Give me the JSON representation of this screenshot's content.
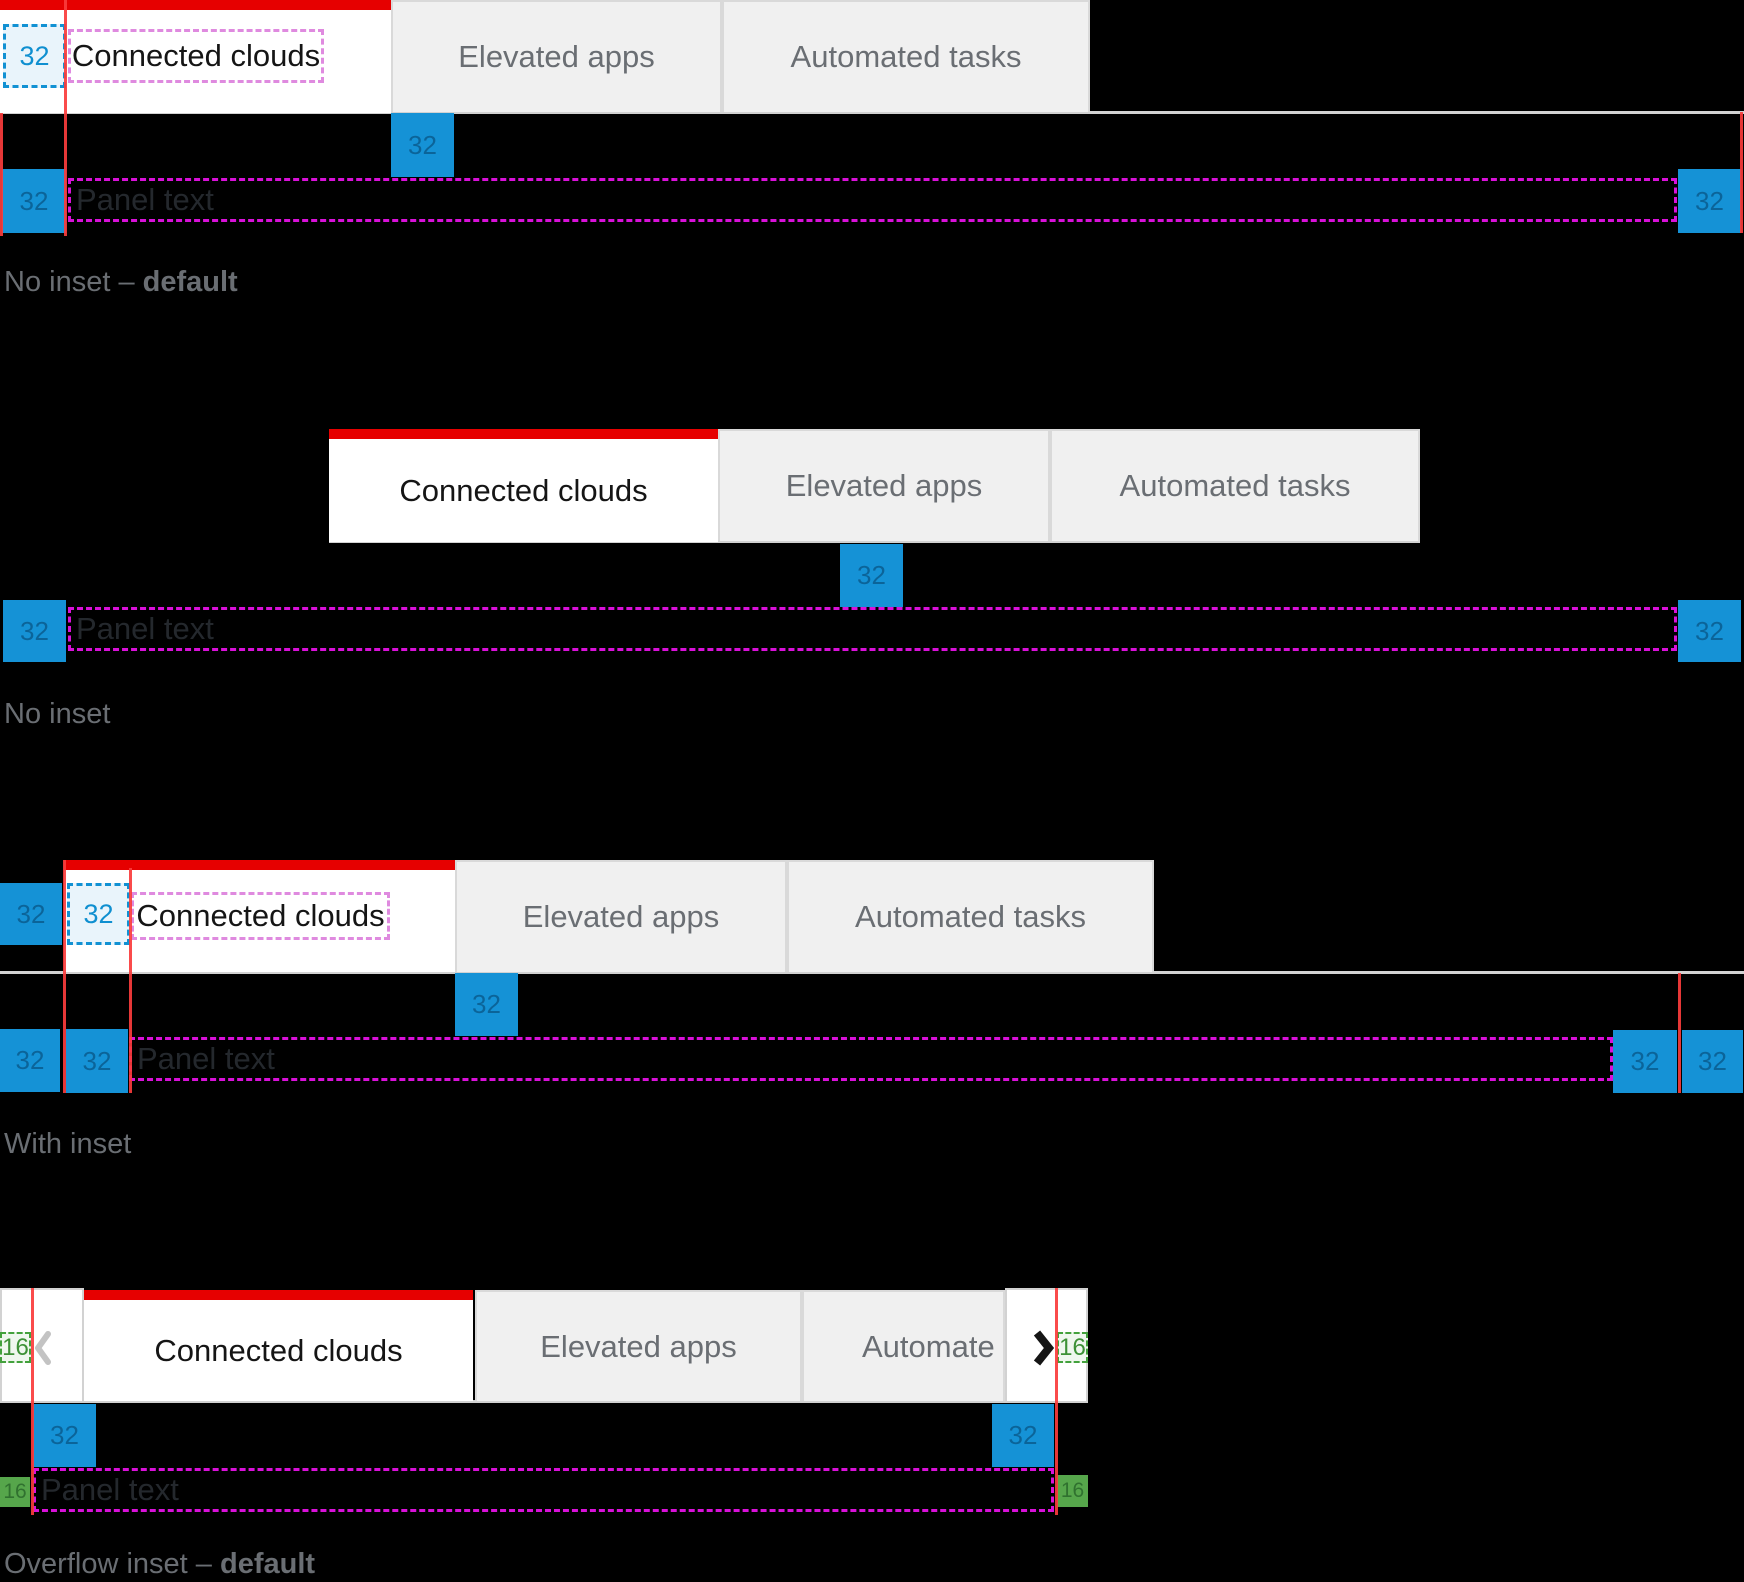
{
  "tabs": {
    "connected_clouds": "Connected clouds",
    "elevated_apps": "Elevated apps",
    "automated_tasks": "Automated tasks",
    "automated_truncated": "Automate"
  },
  "panel": {
    "text": "Panel text"
  },
  "annotations": {
    "spacer_32": "32",
    "spacer_16": "16"
  },
  "section_labels": {
    "s1_prefix": "No inset – ",
    "s1_bold": "default",
    "s2": "No inset",
    "s3": "With inset",
    "s4_prefix": "Overflow inset – ",
    "s4_bold": "default"
  },
  "colors": {
    "tab_active_indicator": "#e60000",
    "tab_active_bg": "#ffffff",
    "tab_active_text": "#151515",
    "tab_inactive_bg": "#f0f0f0",
    "tab_inactive_text": "#6a6e73",
    "tab_border": "#d2d2d2",
    "spacer_blue": "#1592d6",
    "spacer_green": "#56a64b",
    "annotation_blue_border": "#1191d3",
    "annotation_green_border": "#43a13c",
    "bounds_magenta": "#d911d9",
    "bounds_pink": "#df8adf",
    "measure_line_red": "#fa3c3c",
    "section_label_gray": "#6a6e73"
  }
}
